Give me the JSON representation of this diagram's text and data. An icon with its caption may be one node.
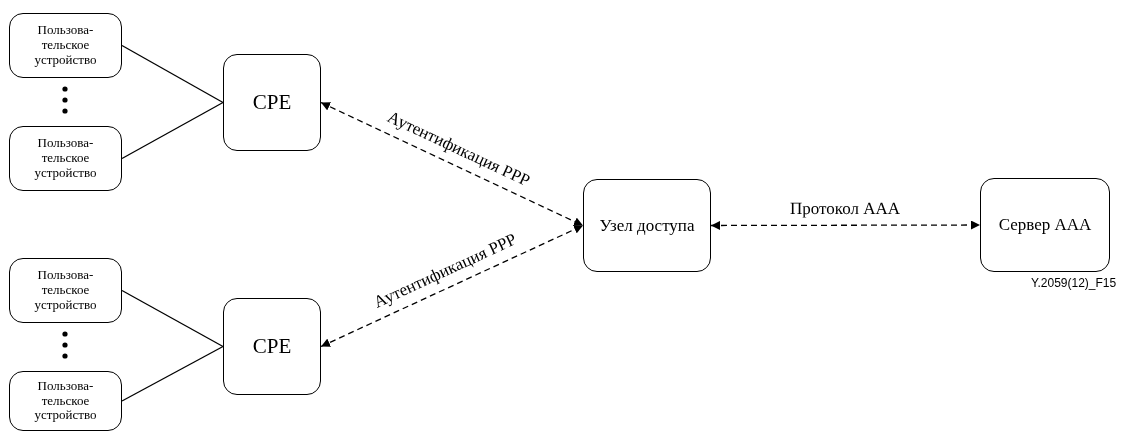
{
  "diagram": {
    "nodes": [
      {
        "text": [
          "Пользова- тельское устройство"
        ]
      },
      {
        "text": [
          "Пользова- тельское устройство"
        ]
      },
      {
        "text": [
          "CPE"
        ]
      },
      {
        "text": [
          "Пользова- тельское устройство"
        ]
      },
      {
        "text": [
          "Пользова- тельское устройство"
        ]
      },
      {
        "text": [
          "CPE"
        ]
      },
      {
        "text": [
          "Узел доступа"
        ]
      },
      {
        "text": [
          "Сервер AAA"
        ]
      }
    ],
    "edges": [
      {
        "from": 0,
        "to": 2,
        "arrow": "none"
      },
      {
        "from": 1,
        "to": 2,
        "arrow": "none"
      },
      {
        "from": 3,
        "to": 5,
        "arrow": "none"
      },
      {
        "from": 4,
        "to": 5,
        "arrow": "none"
      },
      {
        "from": 2,
        "to": 6,
        "arrow": "both",
        "label": "Аутентификация PPP",
        "style": "dashed"
      },
      {
        "from": 5,
        "to": 6,
        "arrow": "both",
        "label": "Аутентификация PPP",
        "style": "dashed"
      },
      {
        "from": 6,
        "to": 7,
        "arrow": "both",
        "label": "Протокол AAA",
        "style": "dashed"
      }
    ],
    "labels": [
      "Y.2059(12)_F15"
    ]
  }
}
